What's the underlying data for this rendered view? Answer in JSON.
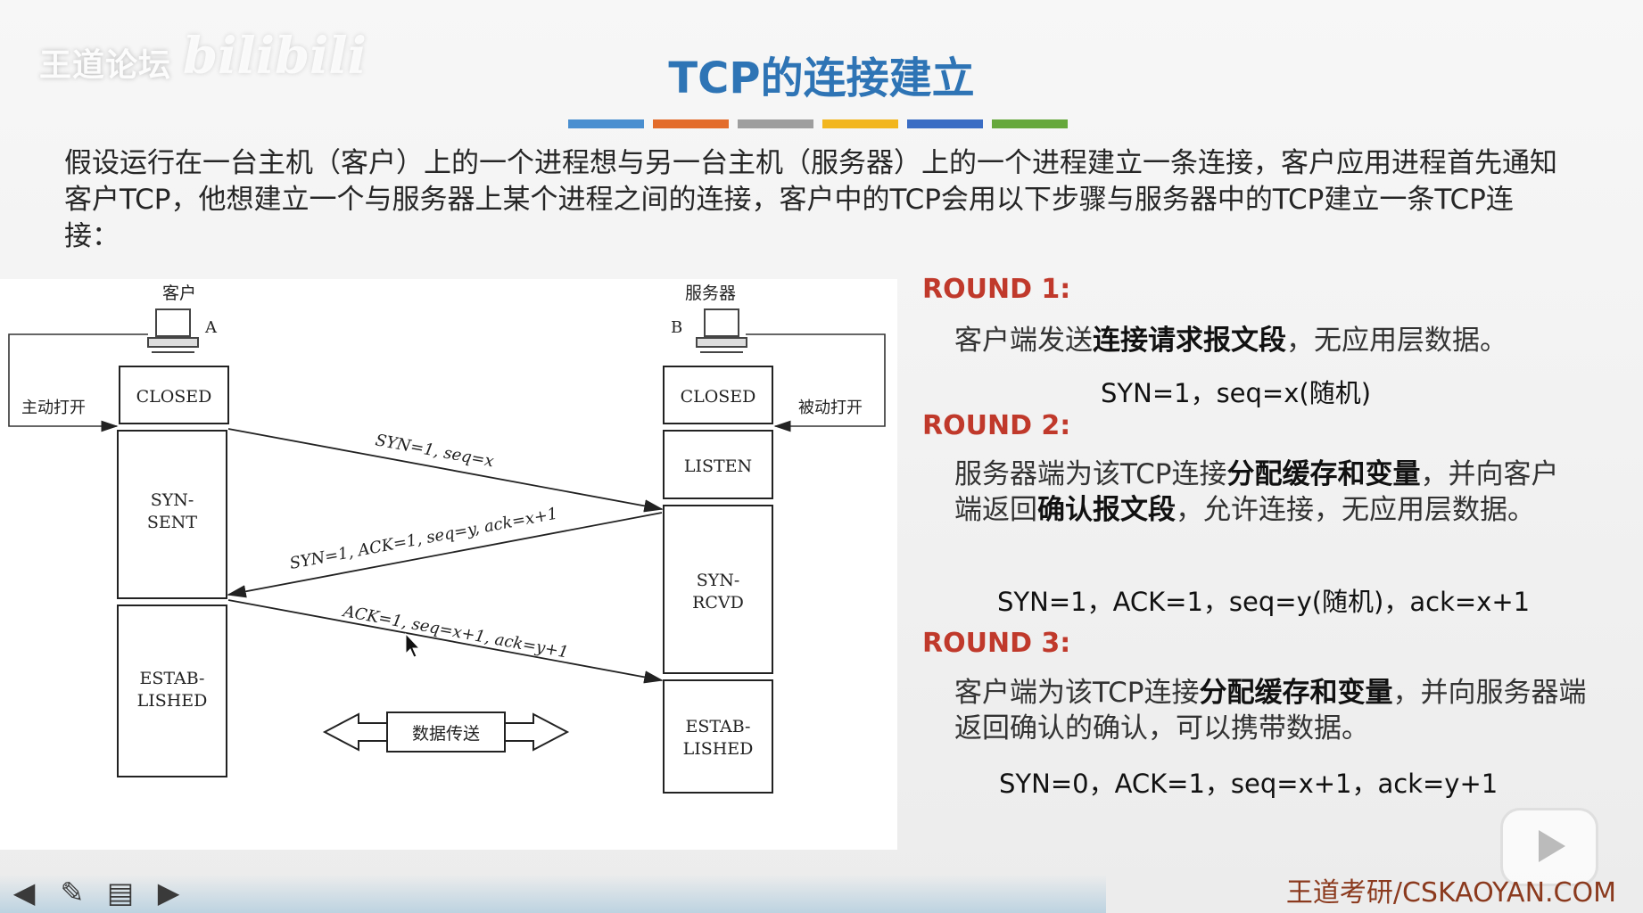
{
  "watermark": {
    "logo": "王道论坛",
    "bilibili": "bilibili"
  },
  "title": "TCP的连接建立",
  "title_bar_colors": [
    "#4a8fd0",
    "#e36c2b",
    "#9e9e9e",
    "#f2b61e",
    "#3a6dc4",
    "#66a83c"
  ],
  "intro": "假设运行在一台主机（客户）上的一个进程想与另一台主机（服务器）上的一个进程建立一条连接，客户应用进程首先通知客户TCP，他想建立一个与服务器上某个进程之间的连接，客户中的TCP会用以下步骤与服务器中的TCP建立一条TCP连接：",
  "diagram": {
    "client_label": "客户",
    "server_label": "服务器",
    "host_a": "A",
    "host_b": "B",
    "active_open": "主动打开",
    "passive_open": "被动打开",
    "client_states": [
      "CLOSED",
      "SYN-\nSENT",
      "ESTAB-\nLISHED"
    ],
    "server_states": [
      "CLOSED",
      "LISTEN",
      "SYN-\nRCVD",
      "ESTAB-\nLISHED"
    ],
    "msg1": "SYN=1, seq=x",
    "msg2": "SYN=1, ACK=1, seq=y, ack=x+1",
    "msg3": "ACK=1, seq=x+1, ack=y+1",
    "data_transfer": "数据传送"
  },
  "rounds": [
    {
      "label": "ROUND 1:",
      "desc_pre": "客户端发送",
      "desc_bold": "连接请求报文段",
      "desc_post": "，无应用层数据。",
      "formula": "SYN=1，seq=x(随机)"
    },
    {
      "label": "ROUND 2:",
      "desc_pre": "服务器端为该TCP连接",
      "desc_bold": "分配缓存和变量",
      "desc_mid": "，并向客户端返回",
      "desc_bold2": "确认报文段",
      "desc_post": "，允许连接，无应用层数据。",
      "formula": "SYN=1，ACK=1，seq=y(随机)，ack=x+1"
    },
    {
      "label": "ROUND 3:",
      "desc_pre": "客户端为该TCP连接",
      "desc_bold": "分配缓存和变量",
      "desc_post": "，并向服务器端返回确认的确认，可以携带数据。",
      "formula": "SYN=0，ACK=1，seq=x+1，ack=y+1"
    }
  ],
  "footer": "王道考研/CSKAOYAN.COM"
}
